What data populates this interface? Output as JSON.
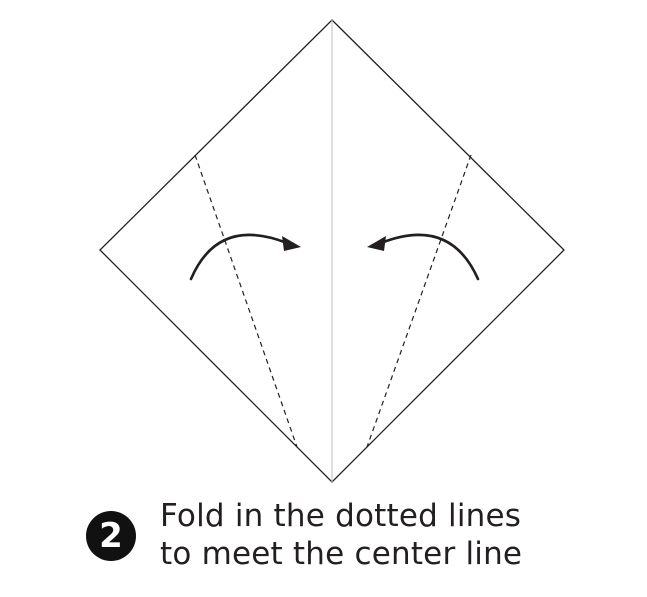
{
  "step": {
    "number": "2",
    "instruction_lines": [
      "Fold in the dotted lines",
      "to meet the center line"
    ]
  },
  "colors": {
    "ink": "#231f20",
    "center_line": "#c8c8c8",
    "badge": "#111111"
  },
  "icons": [
    "left-fold-arrow-icon",
    "right-fold-arrow-icon"
  ]
}
